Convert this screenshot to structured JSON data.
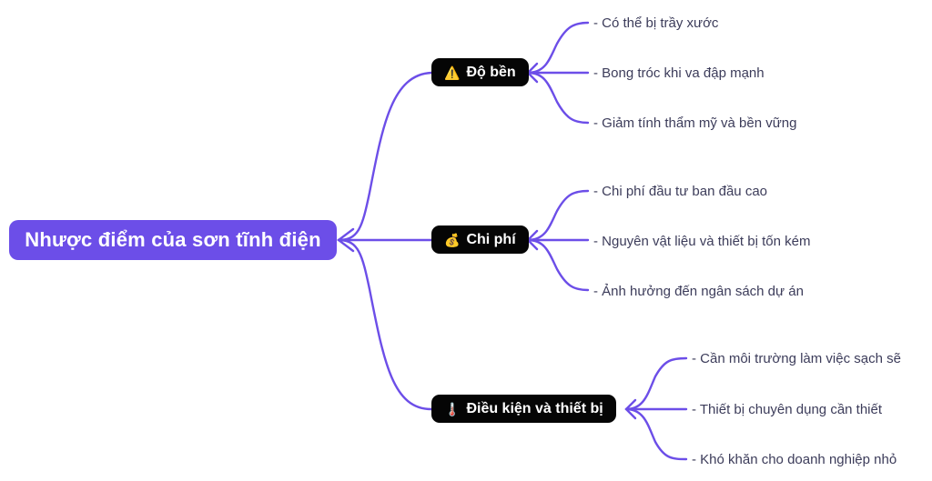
{
  "diagram": {
    "type": "mindmap",
    "title": "Nhược điểm của sơn tĩnh điện",
    "colors": {
      "root_background": "#6c4ee8",
      "root_text": "#ffffff",
      "branch_background": "#050505",
      "branch_text": "#ffffff",
      "edge": "#6c4ee8",
      "leaf_text": "#3c3c5a",
      "canvas_background": "#ffffff"
    },
    "root": {
      "label": "Nhược điểm của sơn tĩnh điện"
    },
    "branches": [
      {
        "label": "Độ bền",
        "icon": "warning-triangle-icon",
        "icon_glyph": "⚠️",
        "children": [
          {
            "label": "- Có thể bị trầy xước"
          },
          {
            "label": "- Bong tróc khi va đập mạnh"
          },
          {
            "label": "- Giảm tính thẩm mỹ và bền vững"
          }
        ]
      },
      {
        "label": "Chi phí",
        "icon": "money-bag-icon",
        "icon_glyph": "💰",
        "children": [
          {
            "label": "- Chi phí đầu tư ban đầu cao"
          },
          {
            "label": "- Nguyên vật liệu và thiết bị tốn kém"
          },
          {
            "label": "- Ảnh hưởng đến ngân sách dự án"
          }
        ]
      },
      {
        "label": "Điều kiện và thiết bị",
        "icon": "thermometer-icon",
        "icon_glyph": "🌡️",
        "children": [
          {
            "label": "- Cần môi trường làm việc sạch sẽ"
          },
          {
            "label": "- Thiết bị chuyên dụng cần thiết"
          },
          {
            "label": "- Khó khăn cho doanh nghiệp nhỏ"
          }
        ]
      }
    ]
  }
}
